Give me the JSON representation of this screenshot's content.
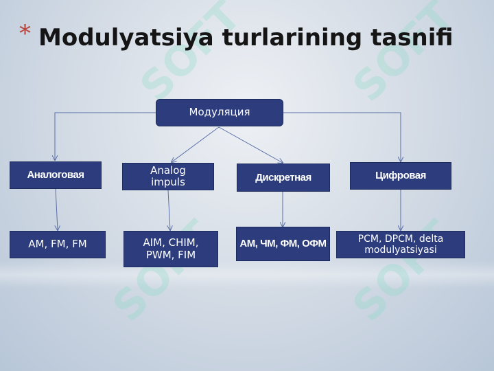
{
  "slide": {
    "bullet": "*",
    "title": "Modulyatsiya turlarining tasnifi"
  },
  "diagram": {
    "root": "Модуляция",
    "categories": [
      "Аналоговая",
      "Analog impuls",
      "Дискретная",
      "Цифровая"
    ],
    "examples": [
      "AM, FM, FM",
      "AIM, CHIM, PWM, FIM",
      "АМ, ЧМ, ФМ, ОФМ",
      "PCM, DPCM, delta modulyatsiyasi"
    ]
  },
  "watermark": "SOFT",
  "colors": {
    "box_fill": "#2c3c7c",
    "connector": "#5a6fa8",
    "bullet": "#b8453a",
    "watermark": "#82dcc3"
  }
}
